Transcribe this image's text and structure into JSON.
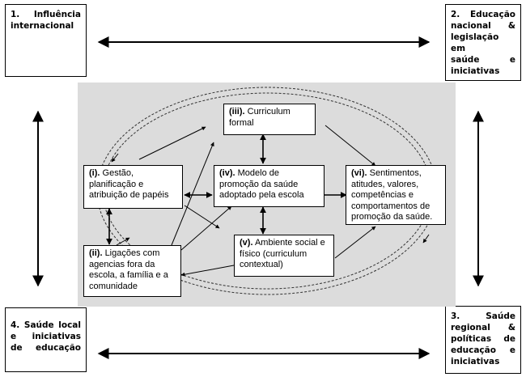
{
  "corners": {
    "influencia_num": "1.",
    "influencia_line1": "Influência",
    "influencia_line2": "internacional",
    "educacao_num": "2.",
    "educacao_line1": "Educação",
    "educacao_line2a": "nacional",
    "educacao_line2b": "&",
    "educacao_line3": "legislação em",
    "educacao_line4a": "saúde",
    "educacao_line4b": "e",
    "educacao_line5": "iniciativas",
    "local_line1": "4. Saúde local",
    "local_line2a": "e",
    "local_line2b": "iniciativas",
    "local_line3": "de educação",
    "regional_num": "3.",
    "regional_line1": "Saúde",
    "regional_line2a": "regional",
    "regional_line2b": "&",
    "regional_line3a": "políticas",
    "regional_line3b": "de",
    "regional_line4a": "educação",
    "regional_line4b": "e",
    "regional_line5": "iniciativas"
  },
  "boxes": {
    "curriculum_formal": {
      "num": "(iii).",
      "text": "Curriculum formal"
    },
    "gestao": {
      "num": "(i).",
      "text": "Gestão, planificação e atribuição de papéis"
    },
    "modelo": {
      "num": "(iv).",
      "text": "Modelo de promoção da saúde adoptado pela escola"
    },
    "sentimentos": {
      "num": "(vi).",
      "text": "Sentimentos, atitudes, valores, competências e comportamentos de promoção da saúde."
    },
    "ligacoes": {
      "num": "(ii).",
      "text": "Ligações com agencias fora da escola, a família e a comunidade"
    },
    "ambiente": {
      "num": "(v).",
      "text": "Ambiente social e físico (curriculum contextual)"
    }
  },
  "colors": {
    "panel": "#dcdcdc",
    "line": "#000000"
  }
}
